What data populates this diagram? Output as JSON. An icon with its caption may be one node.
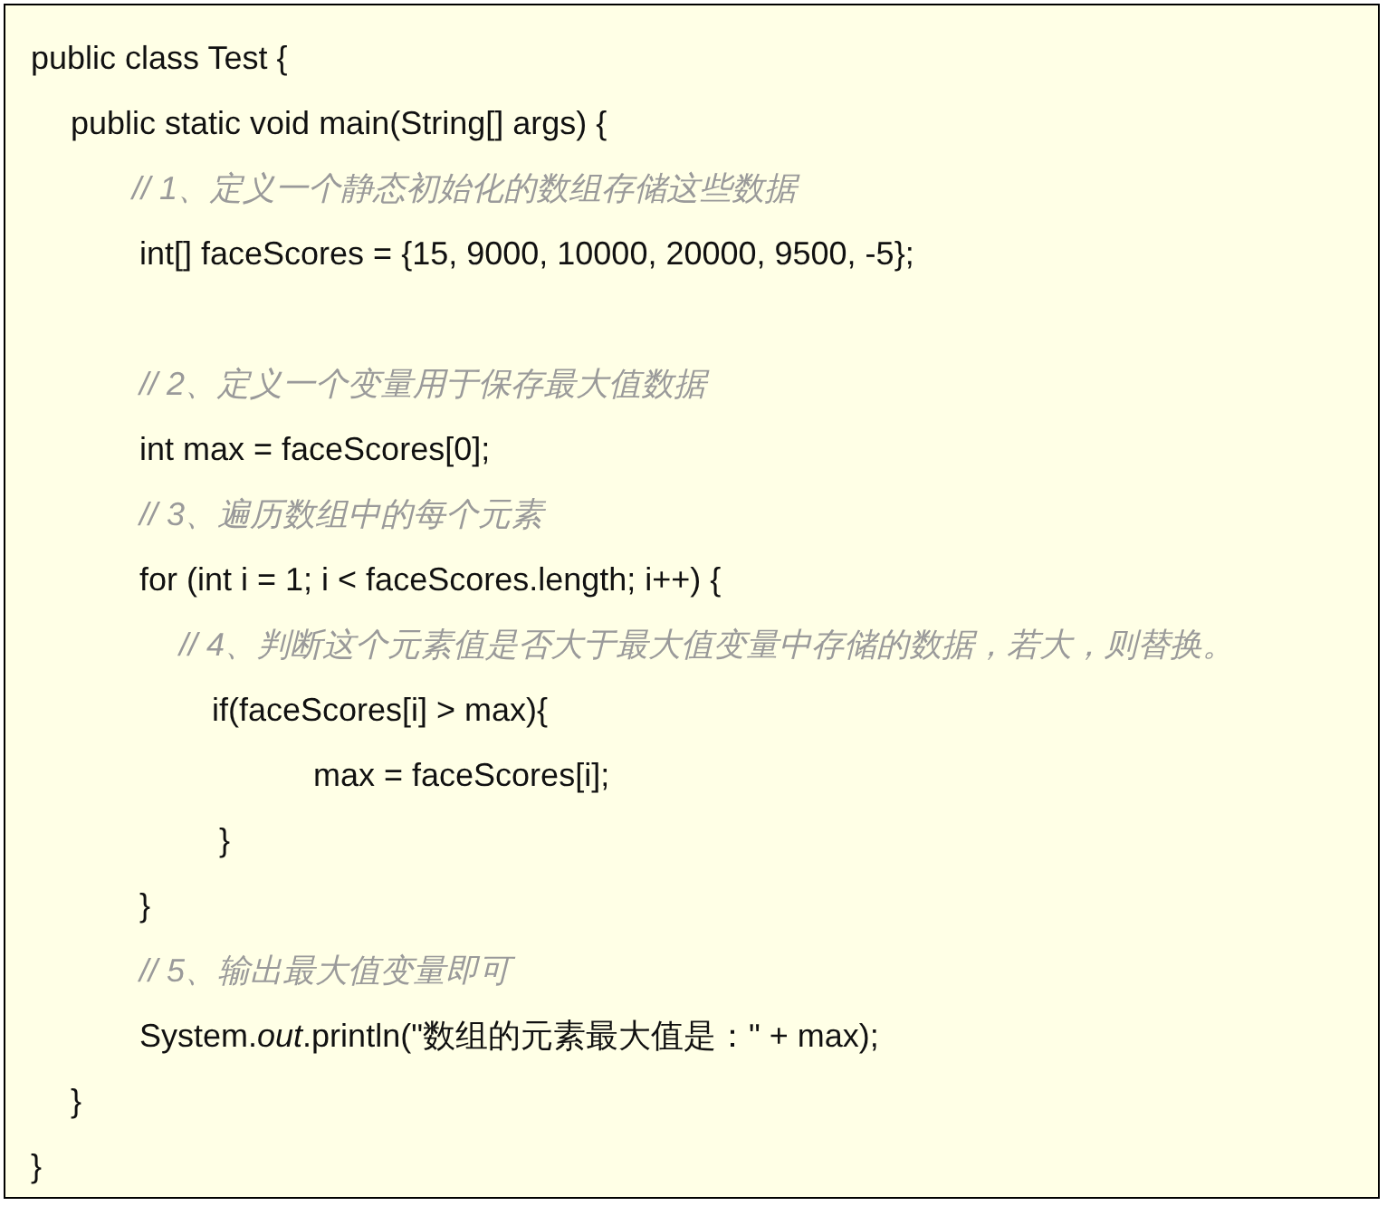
{
  "diagram": {
    "labels": [
      "public class Test {",
      "public static void main(String[] args) {",
      "// 1、定义一个静态初始化的数组存储这些数据",
      "int[] faceScores = {15, 9000, 10000, 20000, 9500, -5};",
      "// 2、定义一个变量用于保存最大值数据",
      "int max = faceScores[0];",
      "// 3、遍历数组中的每个元素",
      "for (int i = 1; i < faceScores.length; i++) {",
      "// 4、判断这个元素值是否大于最大值变量中存储的数据，若大，则替换。",
      "if(faceScores[i] > max){",
      "max = faceScores[i];",
      "}",
      "}",
      "// 5、输出最大值变量即可",
      "System.*out*.println(\"数组的元素最大值是：\" + max);",
      "}",
      "}"
    ]
  }
}
